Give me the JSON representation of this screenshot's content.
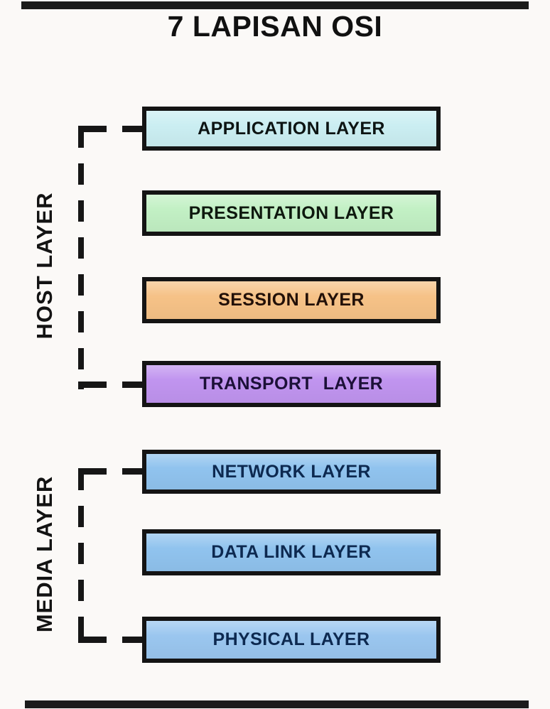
{
  "title": "7 LAPISAN OSI",
  "colors": {
    "background": "#fbf9f7",
    "box_border": "#141414",
    "bar": "#1b1b1b",
    "dashed_line": "#161616"
  },
  "side_groups": [
    {
      "label": "HOST LAYER"
    },
    {
      "label": "MEDIA LAYER"
    }
  ],
  "layers": [
    {
      "name": "APPLICATION LAYER",
      "fill": "#cbeef2",
      "text_color": "#0d1413"
    },
    {
      "name": "PRESENTATION LAYER",
      "fill": "#c2f0c4",
      "text_color": "#0e180e"
    },
    {
      "name": "SESSION LAYER",
      "fill": "#f6c287",
      "text_color": "#221008"
    },
    {
      "name": "TRANSPORT  LAYER",
      "fill": "#c094ef",
      "text_color": "#1c1038"
    },
    {
      "name": "NETWORK LAYER",
      "fill": "#90c3ee",
      "text_color": "#0d2950"
    },
    {
      "name": "DATA LINK LAYER",
      "fill": "#90c3ee",
      "text_color": "#0d2950"
    },
    {
      "name": "PHYSICAL LAYER",
      "fill": "#9ac6ef",
      "text_color": "#0d2950"
    }
  ]
}
